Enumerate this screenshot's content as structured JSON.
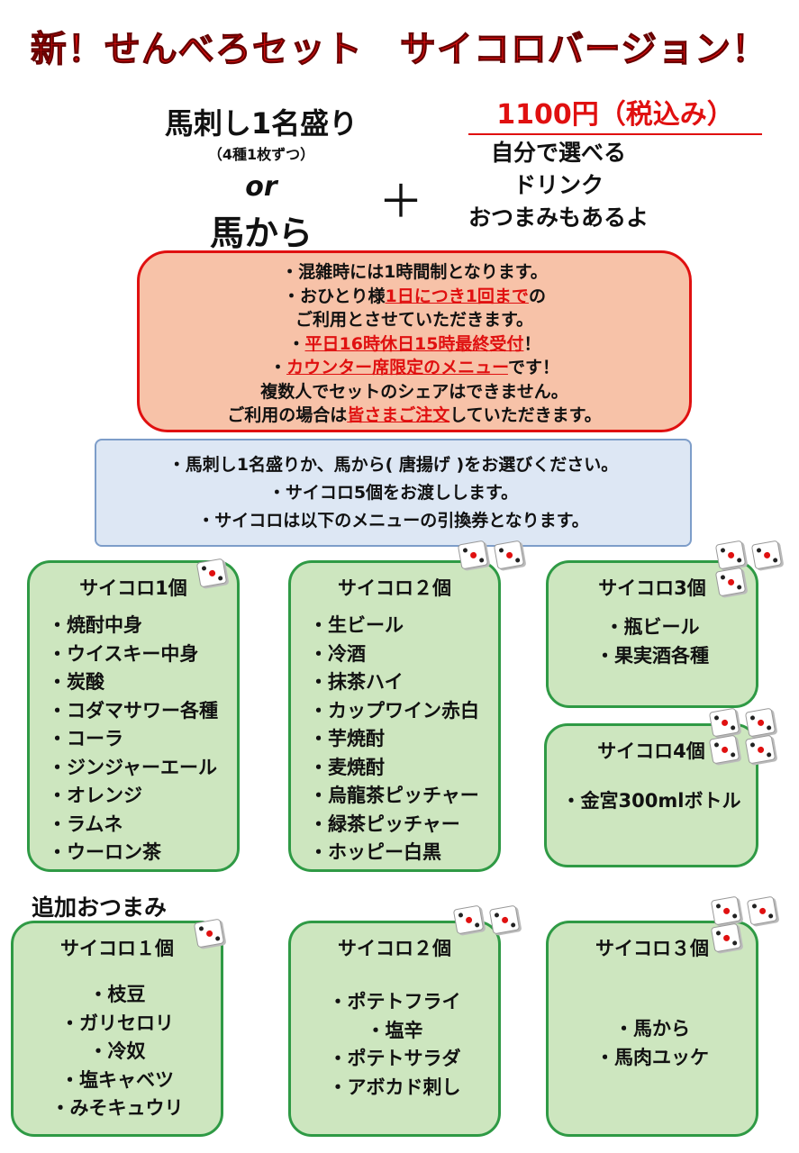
{
  "title": "新！せんべろセット　サイコロバージョン！",
  "offer": {
    "main1": "馬刺し1名盛り",
    "main1_note": "（4種1枚ずつ）",
    "or": "or",
    "main2": "馬から",
    "plus": "＋",
    "price": "1100円（税込み）",
    "drink1": "自分で選べる",
    "drink2": "ドリンク",
    "drink3": "おつまみもあるよ"
  },
  "rules": {
    "l1": "・混雑時には1時間制となります。",
    "l2a": "・おひとり様",
    "l2b": "1日につき1回まで",
    "l2c": "の",
    "l3": "ご利用とさせていただきます。",
    "l4a": "・",
    "l4b": "平日16時休日15時最終受付",
    "l4c": "！",
    "l5a": "・",
    "l5b": "カウンター席限定のメニュー",
    "l5c": "です！",
    "l6": "複数人でセットのシェアはできません。",
    "l7a": "ご利用の場合は",
    "l7b": "皆さまご注文",
    "l7c": "していただきます。"
  },
  "scroll": [
    "・馬刺し1名盛りか、馬から( 唐揚げ )をお選びください。",
    "・サイコロ5個をお渡しします。",
    "・サイコロは以下のメニューの引換券となります。"
  ],
  "drinks": [
    {
      "header": "サイコロ1個",
      "dice": 1,
      "items": [
        "・焼酎中身",
        "・ウイスキー中身",
        "・炭酸",
        "・コダマサワー各種",
        "・コーラ",
        "・ジンジャーエール",
        "・オレンジ",
        "・ラムネ",
        "・ウーロン茶"
      ]
    },
    {
      "header": "サイコロ２個",
      "dice": 2,
      "items": [
        "・生ビール",
        "・冷酒",
        "・抹茶ハイ",
        "・カップワイン赤白",
        "・芋焼酎",
        "・麦焼酎",
        "・烏龍茶ピッチャー",
        "・緑茶ピッチャー",
        "・ホッピー白黒"
      ]
    },
    {
      "header": "サイコロ3個",
      "dice": 3,
      "items": [
        "・瓶ビール",
        "・果実酒各種"
      ]
    },
    {
      "header": "サイコロ4個",
      "dice": 4,
      "items": [
        "・金宮300mlボトル"
      ]
    }
  ],
  "snacks_label": "追加おつまみ",
  "snacks": [
    {
      "header": "サイコロ１個",
      "dice": 1,
      "items": [
        "・枝豆",
        "・ガリセロリ",
        "・冷奴",
        "・塩キャベツ",
        "・みそキュウリ"
      ]
    },
    {
      "header": "サイコロ２個",
      "dice": 2,
      "items": [
        "・ポテトフライ",
        "・塩辛",
        "・ポテトサラダ",
        "・アボカド刺し"
      ]
    },
    {
      "header": "サイコロ３個",
      "dice": 3,
      "items": [
        "・馬から",
        "・馬肉ユッケ"
      ]
    }
  ]
}
